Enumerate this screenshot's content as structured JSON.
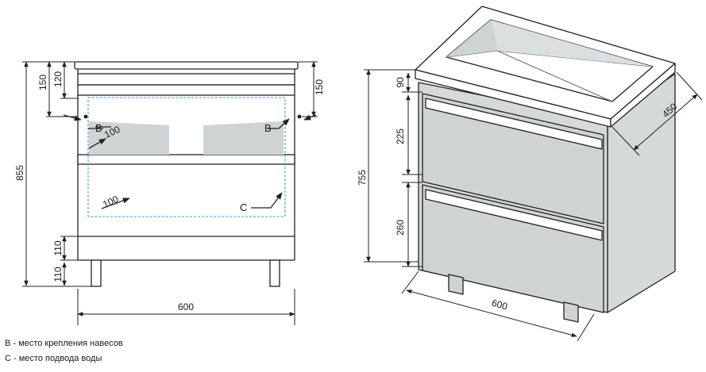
{
  "front_view": {
    "dims": {
      "total_height": "855",
      "top_outer": "150",
      "top_inner": "120",
      "right_top": "150",
      "bottom_upper": "110",
      "bottom_lower": "110",
      "width": "600",
      "inner_upper": "100",
      "inner_lower": "100"
    },
    "markers": {
      "left_b": "B",
      "right_b": "B",
      "c": "C"
    }
  },
  "iso_view": {
    "dims": {
      "body_height": "755",
      "basin_height": "90",
      "drawer_top": "225",
      "drawer_bottom": "260",
      "depth": "450",
      "width": "600"
    }
  },
  "legend": [
    "B - место крепления навесов",
    "C - место подвода воды"
  ],
  "colors": {
    "line": "#222222",
    "panel": "#cfd3d3",
    "dashed": "#3b9fd1",
    "white": "#ffffff"
  }
}
